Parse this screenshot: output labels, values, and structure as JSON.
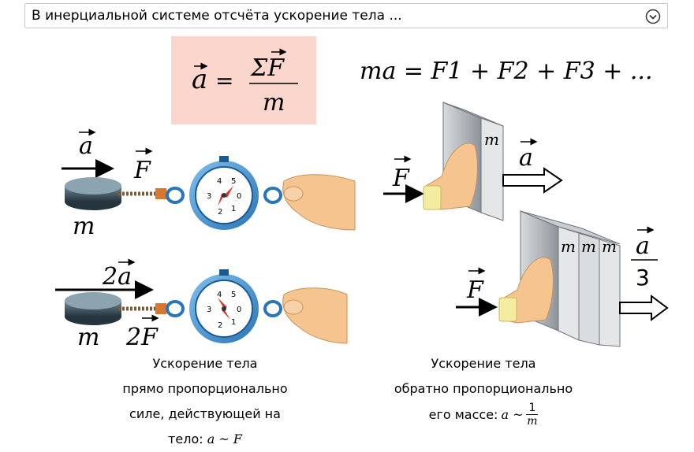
{
  "dropdown": {
    "label": "В инерциальной системе отсчёта ускорение тела ...",
    "icon": "chevron-down-circle-icon"
  },
  "formula_main": {
    "lhs": "a",
    "equals": "=",
    "numerator": "ΣF",
    "denominator": "m"
  },
  "formula_sum": {
    "text": "ma = F1 + F2 + F3 + ..."
  },
  "left_panel": {
    "row1": {
      "accel_label": "a",
      "force_label": "F",
      "mass_label": "m"
    },
    "row2": {
      "accel_label": "2a",
      "force_label": "2F",
      "mass_label": "m"
    },
    "dial_ticks_row1": [
      "4",
      "3",
      "2",
      "1",
      "0",
      "5"
    ],
    "dial_ticks_row2": [
      "4",
      "3",
      "2",
      "1",
      "0",
      "5"
    ],
    "caption_line1": "Ускорение тела",
    "caption_line2": "прямо пропорционально",
    "caption_line3": "силе, действующей на тело:",
    "caption_relation": "a ~ F"
  },
  "right_panel": {
    "top": {
      "force_label": "F",
      "accel_label": "a",
      "mass_label": "m"
    },
    "bottom": {
      "force_label": "F",
      "accel_numerator": "a",
      "accel_denominator": "3",
      "mass_labels": [
        "m",
        "m",
        "m"
      ]
    },
    "caption_line1": "Ускорение тела",
    "caption_line2": "обратно пропорционально",
    "caption_line3": "его массе:",
    "caption_relation_lhs": "a ~",
    "caption_relation_num": "1",
    "caption_relation_den": "m"
  },
  "colors": {
    "formula_bg": "#fbd6cc",
    "dial_blue": "#3d8fd0",
    "needle_red": "#d63b2a",
    "puck": "#3e5663",
    "spring_orange": "#d9772f",
    "skin": "#f5c48f",
    "block_gray": "#a8adb3"
  }
}
